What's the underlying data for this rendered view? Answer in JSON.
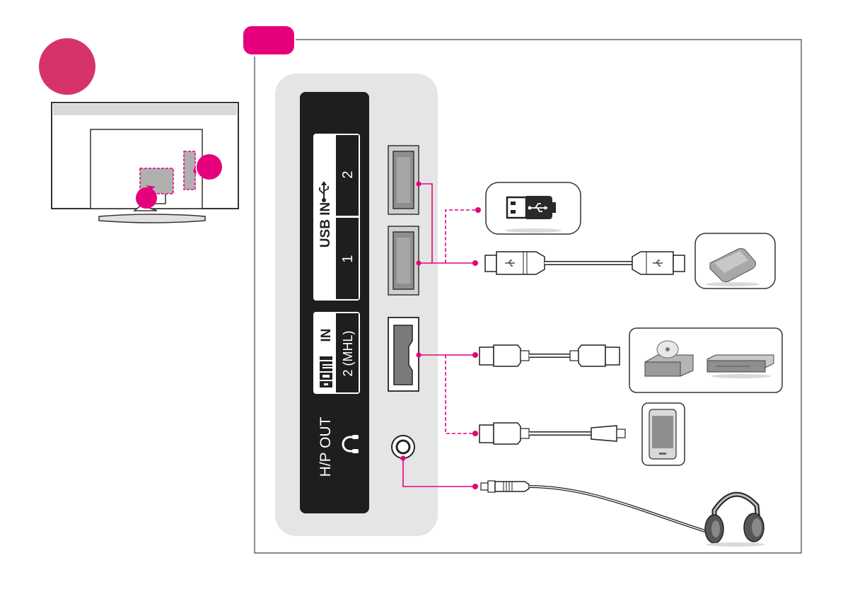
{
  "step_badge_color": "#d6336c",
  "tab_color": "#e6007e",
  "connector_color": "#e6007e",
  "usb_panel": {
    "title": "USB IN",
    "port_2": "2",
    "port_1": "1",
    "symbol": "usb-icon"
  },
  "hdmi_panel": {
    "title": "IN",
    "subtitle": "2 (MHL)",
    "logo": "hdmi-logo"
  },
  "hp_panel": {
    "title": "H/P OUT",
    "symbol": "headphone-icon"
  },
  "devices": [
    "usb-flash-drive",
    "usb-hard-drive",
    "dvd-player",
    "set-top-box",
    "smartphone",
    "headphones"
  ]
}
